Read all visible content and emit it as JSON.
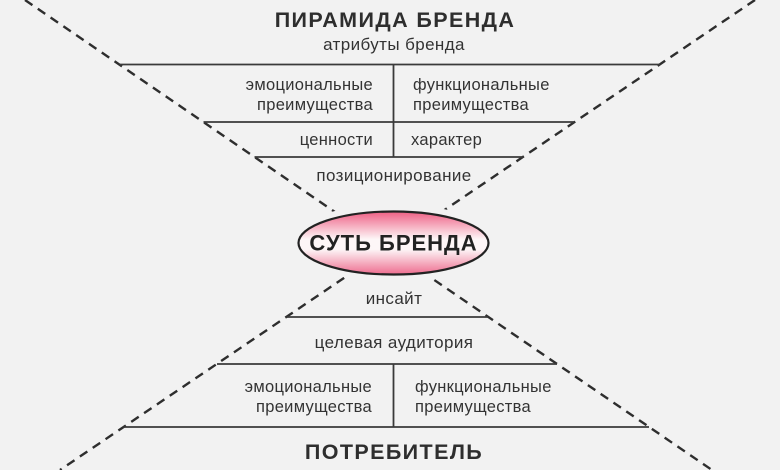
{
  "diagram": {
    "top": {
      "title": "ПИРАМИДА БРЕНДА",
      "attributes_label": "атрибуты бренда",
      "emotional_benefits": [
        "эмоциональные",
        "преимущества"
      ],
      "functional_benefits": [
        "функциональные",
        "преимущества"
      ],
      "values_label": "ценности",
      "character_label": "характер",
      "positioning_label": "позиционирование"
    },
    "center": {
      "essence_label": "СУТЬ БРЕНДА"
    },
    "bottom": {
      "insight_label": "инсайт",
      "audience_label": "целевая аудитория",
      "emotional_benefits": [
        "эмоциональные",
        "преимущества"
      ],
      "functional_benefits": [
        "функциональные",
        "преимущества"
      ],
      "title": "ПОТРЕБИТЕЛЬ"
    },
    "colors": {
      "background": "#f2f2f2",
      "line": "#3a3a3a",
      "dash": "#2e2e2e",
      "text": "#333333",
      "ellipse_border": "#222222",
      "pink_top": "#ee5f84",
      "pink_mid": "#fdf6f7",
      "pink_bottom": "#ee6d8f"
    }
  }
}
